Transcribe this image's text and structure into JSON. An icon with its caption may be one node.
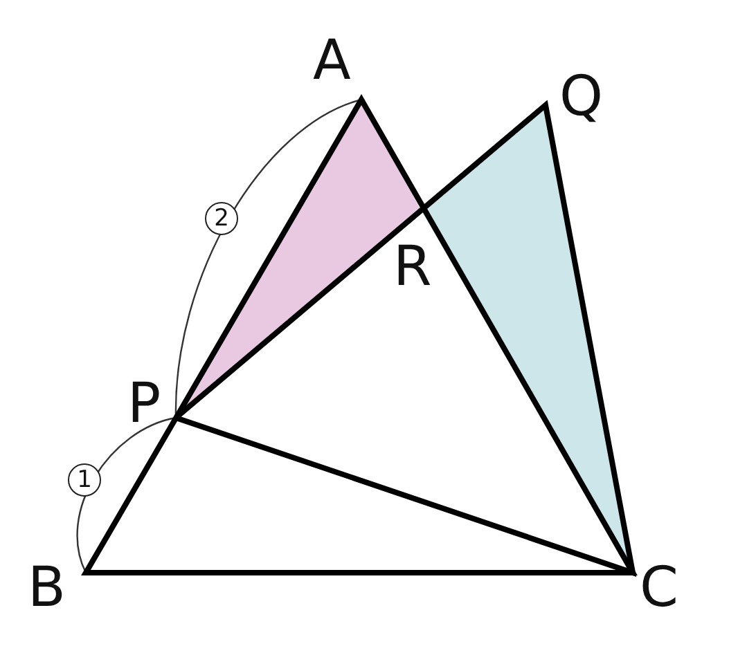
{
  "diagram": {
    "labels": [
      "A",
      "Q",
      "R",
      "P",
      "B",
      "C",
      "2",
      "1"
    ]
  }
}
